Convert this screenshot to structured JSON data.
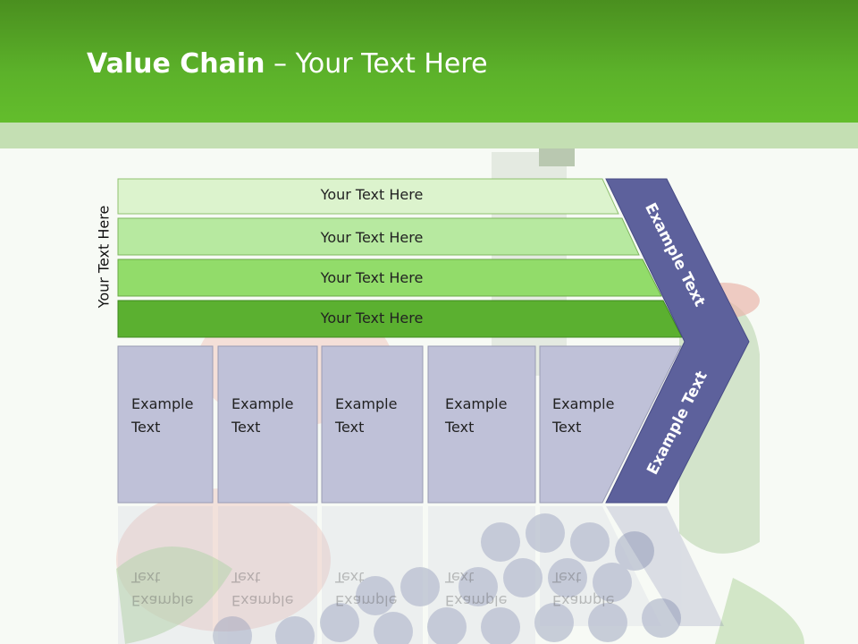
{
  "slide": {
    "title_bold": "Value Chain",
    "title_rest": " – Your Text Here"
  },
  "side_label": "Your Text Here",
  "bars": [
    {
      "label": "Your Text Here",
      "color": "#dcf3cd"
    },
    {
      "label": "Your Text Here",
      "color": "#b7e9a0"
    },
    {
      "label": "Your Text Here",
      "color": "#92dc6a"
    },
    {
      "label": "Your Text Here",
      "color": "#5bb030"
    }
  ],
  "boxes": [
    {
      "line1": "Example",
      "line2": "Text"
    },
    {
      "line1": "Example",
      "line2": "Text"
    },
    {
      "line1": "Example",
      "line2": "Text"
    },
    {
      "line1": "Example",
      "line2": "Text"
    },
    {
      "line1": "Example",
      "line2": "Text"
    }
  ],
  "chevron": {
    "top_label": "Example Text",
    "bottom_label": "Example Text",
    "color": "#5d619c"
  },
  "colors": {
    "header_green": "#5cb22a",
    "box_fill": "#bfc1d8",
    "box_border": "#9a9cb4"
  }
}
